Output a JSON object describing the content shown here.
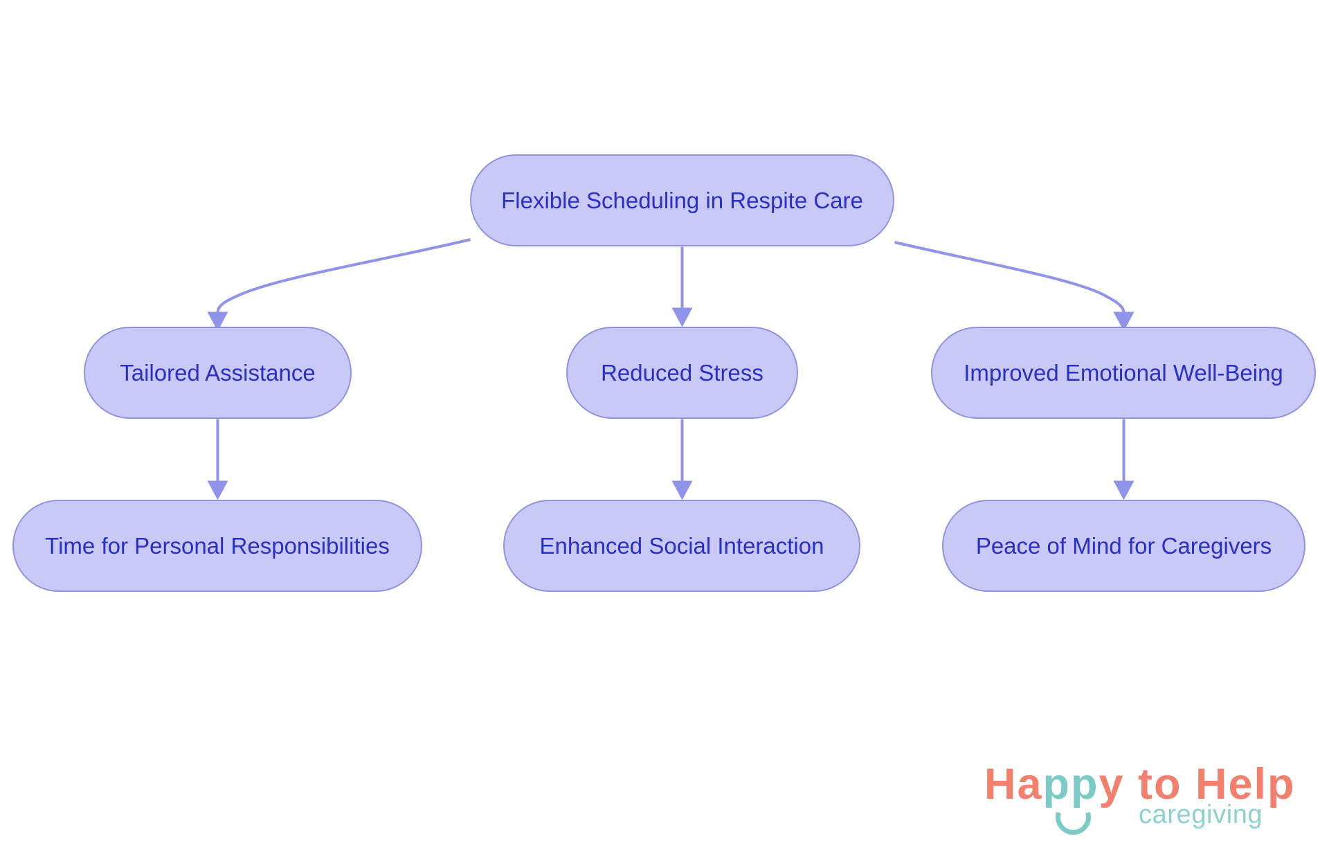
{
  "diagram": {
    "title": "Flexible Scheduling in Respite Care flowchart",
    "nodes": [
      {
        "id": "root",
        "label": "Flexible Scheduling in Respite Care"
      },
      {
        "id": "tailored",
        "label": "Tailored Assistance"
      },
      {
        "id": "reduced",
        "label": "Reduced Stress"
      },
      {
        "id": "improved",
        "label": "Improved Emotional Well-Being"
      },
      {
        "id": "time",
        "label": "Time for Personal Responsibilities"
      },
      {
        "id": "social",
        "label": "Enhanced Social Interaction"
      },
      {
        "id": "peace",
        "label": "Peace of Mind for Caregivers"
      }
    ],
    "edges": [
      {
        "from": "root",
        "to": "tailored"
      },
      {
        "from": "root",
        "to": "reduced"
      },
      {
        "from": "root",
        "to": "improved"
      },
      {
        "from": "tailored",
        "to": "time"
      },
      {
        "from": "reduced",
        "to": "social"
      },
      {
        "from": "improved",
        "to": "peace"
      }
    ]
  },
  "logo": {
    "wordmark_part1": "Ha",
    "wordmark_part2": "pp",
    "wordmark_part3": "y to Help",
    "tagline": "caregiving"
  },
  "colors": {
    "node_fill": "#C9C9F7",
    "node_border": "#9193E0",
    "node_text": "#292FC7",
    "edge": "#9093EA",
    "brand_coral": "#F3806E",
    "brand_teal": "#7CCAC5",
    "brand_teal_light": "#8CD1CD",
    "background": "#FFFFFF"
  }
}
